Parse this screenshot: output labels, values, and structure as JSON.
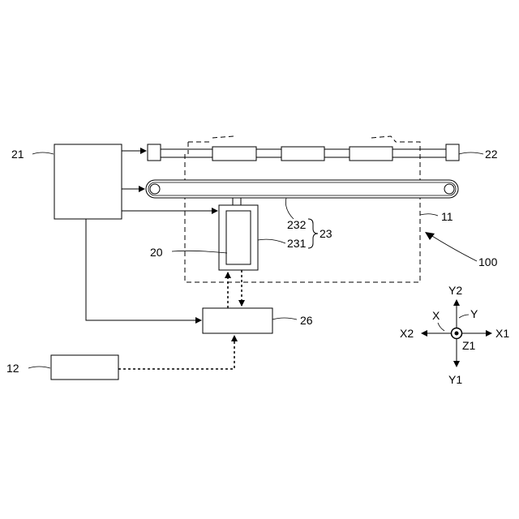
{
  "labels": {
    "ref_21": "21",
    "ref_22": "22",
    "ref_11": "11",
    "ref_100": "100",
    "ref_20": "20",
    "ref_232": "232",
    "ref_231": "231",
    "ref_23": "23",
    "ref_26": "26",
    "ref_12": "12"
  },
  "axes": {
    "y2": "Y2",
    "y1": "Y1",
    "x1": "X1",
    "x2": "X2",
    "z1": "Z1",
    "x": "X",
    "y": "Y"
  }
}
